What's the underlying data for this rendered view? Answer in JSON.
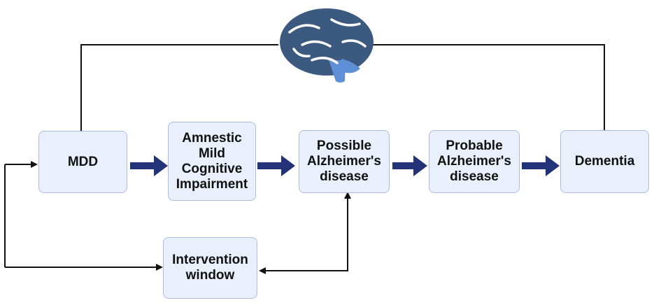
{
  "nodes": {
    "mdd": "MDD",
    "amci": "Amnestic\nMild\nCognitive\nImpairment",
    "possible_ad": "Possible\nAlzheimer's\ndisease",
    "probable_ad": "Probable\nAlzheimer's\ndisease",
    "dementia": "Dementia",
    "intervention": "Intervention\nwindow"
  },
  "icons": {
    "brain": "brain-icon"
  },
  "colors": {
    "box_fill": "#eaf0fb",
    "box_border": "#a9bde3",
    "arrow_thick": "#223377",
    "line": "#111111",
    "brain_dark": "#3c5a80",
    "brain_light": "#5f8fd6"
  }
}
